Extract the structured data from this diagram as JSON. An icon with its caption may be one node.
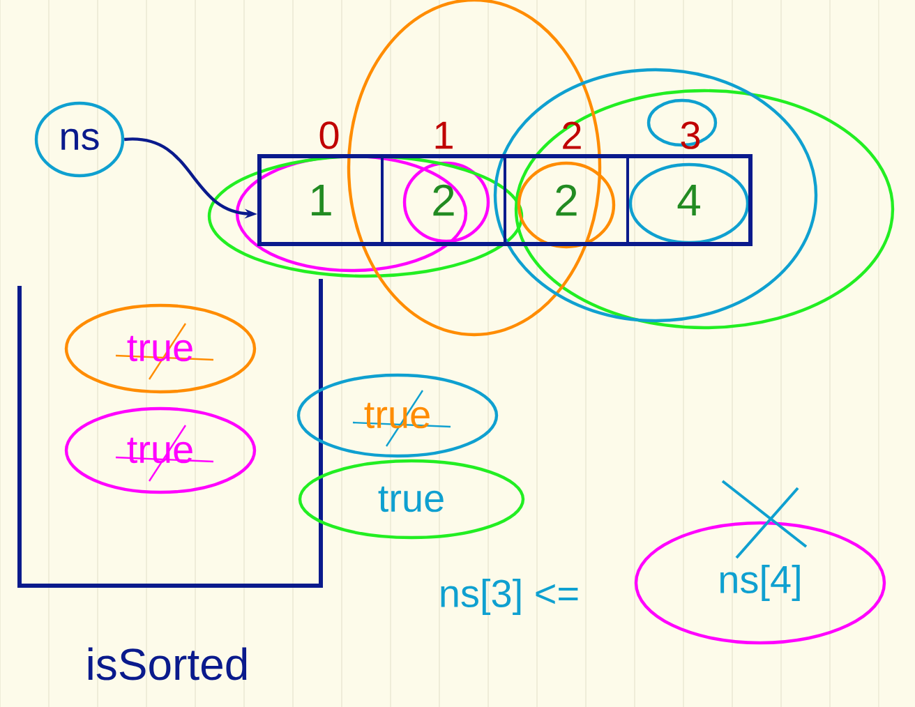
{
  "diagram": {
    "nodes": [
      {
        "text": [
          "ns"
        ]
      },
      {
        "text": [],
        "shape": "box"
      },
      {
        "text": [
          "1"
        ],
        "in": 1
      },
      {
        "text": [
          "2"
        ],
        "in": 1
      },
      {
        "text": [
          "2"
        ],
        "in": 1
      },
      {
        "text": [
          "4"
        ],
        "in": 1
      },
      {
        "text": [
          "isSorted"
        ]
      },
      {
        "text": [
          "true"
        ],
        "in": 6
      },
      {
        "text": [
          "true"
        ],
        "in": 6
      },
      {
        "text": [
          "true"
        ]
      },
      {
        "text": [
          "true"
        ]
      },
      {
        "text": [
          "ns[4]"
        ]
      }
    ],
    "edges": [
      {
        "from": 0,
        "to": 1,
        "arrow": "to"
      }
    ],
    "labels": [
      "0",
      "1",
      "2",
      "3",
      "ns[3] <="
    ]
  }
}
